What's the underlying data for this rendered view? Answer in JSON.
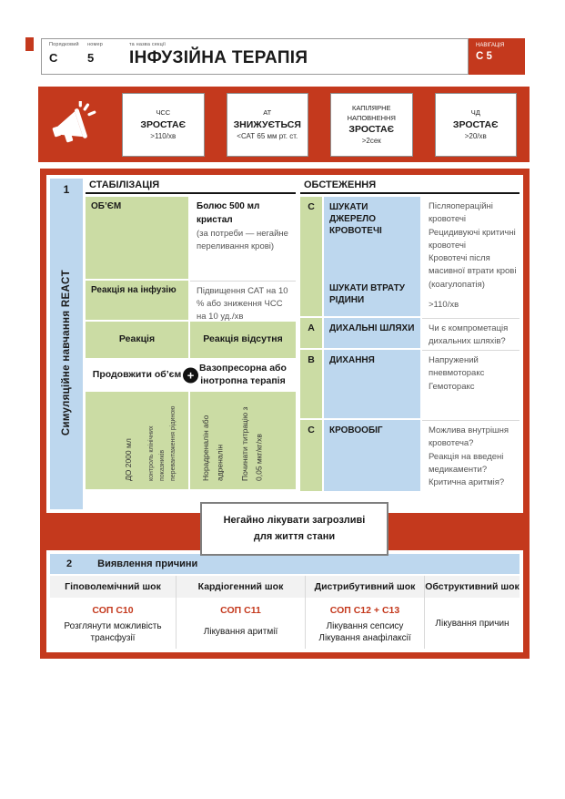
{
  "header": {
    "field1_label": "Порядковий",
    "field1_value": "C",
    "field2_label": "номер",
    "field2_value": "5",
    "field3_label": "та назва секції",
    "title": "ІНФУЗІЙНА ТЕРАПІЯ",
    "nav_label": "НАВІГАЦІЯ",
    "nav_value": "C 5"
  },
  "alert": {
    "boxes": [
      {
        "label": "ЧСС",
        "trend": "ЗРОСТАЄ",
        "value": ">110/хв"
      },
      {
        "label": "АТ",
        "trend": "ЗНИЖУЄТЬСЯ",
        "value": "<САТ 65 мм рт. ст."
      },
      {
        "label": "КАПІЛЯРНЕ НАПОВНЕННЯ",
        "trend": "ЗРОСТАЄ",
        "value": ">2сек"
      },
      {
        "label": "ЧД",
        "trend": "ЗРОСТАЄ",
        "value": ">20/хв"
      }
    ]
  },
  "section1": {
    "number": "1",
    "sidebar_label": "Симуляційне навчання REACT",
    "stabilization": {
      "title": "СТАБІЛІЗАЦІЯ",
      "volume_label": "ОБ’ЄМ",
      "volume_bold": "Болюс 500 мл кристал",
      "volume_note": "(за потреби — негайне переливання крові)",
      "infusion_label": "Реакція на інфузію",
      "infusion_note": "Підвищення САТ на 10 % або зниження ЧСС на 10 уд./хв",
      "reaction_label": "Реакція",
      "no_reaction_label": "Реакція відсутня",
      "continue_label": "Продовжити об’єм",
      "plus": "+",
      "vasopressor_label": "Вазопресорна або інотропна терапія",
      "note_volume_max": "ДО 2000 мл",
      "note_overload": "контроль клінічних показників перевантаження рідиною",
      "note_drugs": "Норадреналін або адреналін",
      "note_titration": "Починати титрацію з 0,05 мкг/кг/хв"
    },
    "assessment": {
      "title": "ОБСТЕЖЕННЯ",
      "rows": [
        {
          "letter": "C",
          "label": "ШУКАТИ ДЖЕРЕЛО КРОВОТЕЧІ",
          "details": [
            "Післяопераційні кровотечі",
            "Рецидивуючі критичні кровотечі",
            "Кровотечі після масивної втрати крові (коагулопатія)"
          ],
          "label2": "ШУКАТИ ВТРАТУ РІДИНИ",
          "details2": ">110/хв"
        },
        {
          "letter": "A",
          "label": "ДИХАЛЬНІ ШЛЯХИ",
          "details": "Чи є компрометація дихальних шляхів?"
        },
        {
          "letter": "B",
          "label": "ДИХАННЯ",
          "details": "Напружений пневмоторакс\nГемоторакс"
        },
        {
          "letter": "C",
          "label": "КРОВООБІГ",
          "details": "Можлива внутрішня кровотеча?\nРеакція на введені медикаменти?\nКритична аритмія?"
        }
      ]
    }
  },
  "action_banner": {
    "text": "Негайно лікувати загрозливі для життя стани"
  },
  "section2": {
    "number": "2",
    "title": "Виявлення причини",
    "columns": [
      {
        "header": "Гіповолемічний шок",
        "sop": "СОП С10",
        "action": "Розглянути можливість трансфузії"
      },
      {
        "header": "Кардіогенний шок",
        "sop": "СОП С11",
        "action": "Лікування аритмії"
      },
      {
        "header": "Дистрибутивний шок",
        "sop": "СОП С12 + С13",
        "action": "Лікування сепсису\nЛікування анафілаксії"
      },
      {
        "header": "Обструктивний шок",
        "action": "Лікування причин"
      }
    ]
  },
  "colors": {
    "accent_red": "#c4391d",
    "cell_green": "#cbdca4",
    "cell_blue": "#bdd7ee",
    "sop_text_red": "#c4391d"
  }
}
